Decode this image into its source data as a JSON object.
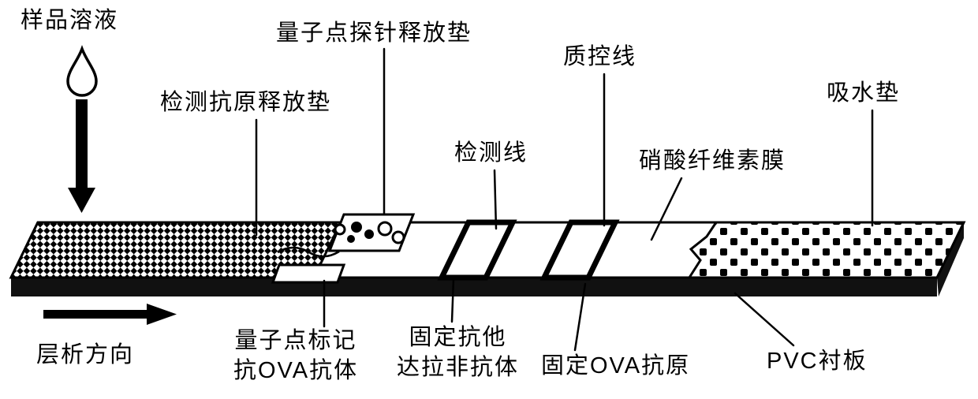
{
  "diagram": {
    "title_semantics": "quantum-dot lateral flow test strip schematic",
    "labels": {
      "sample_solution": "样品溶液",
      "qd_probe_release_pad": "量子点探针释放垫",
      "detection_antigen_release_pad": "检测抗原释放垫",
      "control_line": "质控线",
      "detection_line": "检测线",
      "nitrocellulose_membrane": "硝酸纤维素膜",
      "absorbent_pad": "吸水垫",
      "flow_direction": "层析方向",
      "qd_labeled_antibody_line1": "量子点标记",
      "qd_labeled_antibody_line2": "抗OVA抗体",
      "immobilized_anti_tadalafil_line1": "固定抗他",
      "immobilized_anti_tadalafil_line2": "达拉非抗体",
      "immobilized_ova_antigen": "固定OVA抗原",
      "pvc_backing": "PVC衬板"
    },
    "icons": {
      "droplet": "sample-droplet",
      "down_arrow": "sample-application-arrow",
      "right_arrow": "chromatography-direction-arrow"
    },
    "colors": {
      "ink": "#000000",
      "paper": "#ffffff",
      "strip_shadow": "#111111"
    }
  }
}
